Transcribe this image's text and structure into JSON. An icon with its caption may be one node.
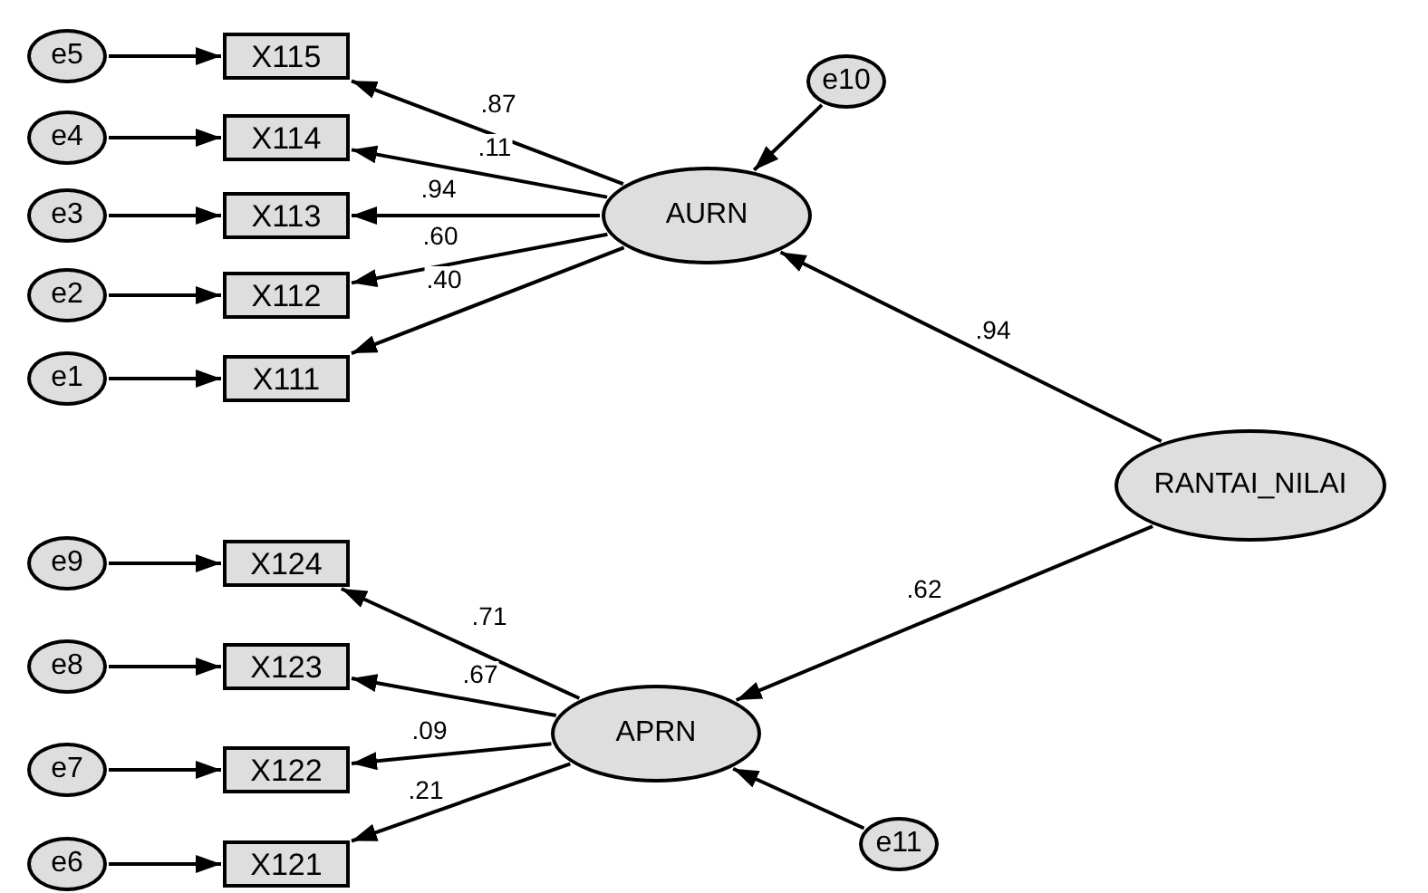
{
  "diagram": {
    "nodes": [
      {
        "text": [
          "e5"
        ]
      },
      {
        "text": [
          "X115"
        ]
      },
      {
        "text": [
          "e4"
        ]
      },
      {
        "text": [
          "X114"
        ]
      },
      {
        "text": [
          "e3"
        ]
      },
      {
        "text": [
          "X113"
        ]
      },
      {
        "text": [
          "e2"
        ]
      },
      {
        "text": [
          "X112"
        ]
      },
      {
        "text": [
          "e1"
        ]
      },
      {
        "text": [
          "X111"
        ]
      },
      {
        "text": [
          "AURN"
        ]
      },
      {
        "text": [
          "e10"
        ]
      },
      {
        "text": [
          "RANTAI_NILAI"
        ]
      },
      {
        "text": [
          "e9"
        ]
      },
      {
        "text": [
          "X124"
        ]
      },
      {
        "text": [
          "e8"
        ]
      },
      {
        "text": [
          "X123"
        ]
      },
      {
        "text": [
          "e7"
        ]
      },
      {
        "text": [
          "X122"
        ]
      },
      {
        "text": [
          "e6"
        ]
      },
      {
        "text": [
          "X121"
        ]
      },
      {
        "text": [
          "APRN"
        ]
      },
      {
        "text": [
          "e11"
        ]
      }
    ],
    "edges": [
      {
        "from": 0,
        "to": 1,
        "arrow": "to"
      },
      {
        "from": 2,
        "to": 3,
        "arrow": "to"
      },
      {
        "from": 4,
        "to": 5,
        "arrow": "to"
      },
      {
        "from": 6,
        "to": 7,
        "arrow": "to"
      },
      {
        "from": 8,
        "to": 9,
        "arrow": "to"
      },
      {
        "from": 10,
        "to": 1,
        "arrow": "to",
        "label": ".87"
      },
      {
        "from": 10,
        "to": 3,
        "arrow": "to",
        "label": ".11"
      },
      {
        "from": 10,
        "to": 5,
        "arrow": "to",
        "label": ".94"
      },
      {
        "from": 10,
        "to": 7,
        "arrow": "to",
        "label": ".60"
      },
      {
        "from": 10,
        "to": 9,
        "arrow": "to",
        "label": ".40"
      },
      {
        "from": 11,
        "to": 10,
        "arrow": "to"
      },
      {
        "from": 12,
        "to": 10,
        "arrow": "to",
        "label": ".94"
      },
      {
        "from": 12,
        "to": 21,
        "arrow": "to",
        "label": ".62"
      },
      {
        "from": 13,
        "to": 14,
        "arrow": "to"
      },
      {
        "from": 15,
        "to": 16,
        "arrow": "to"
      },
      {
        "from": 17,
        "to": 18,
        "arrow": "to"
      },
      {
        "from": 19,
        "to": 20,
        "arrow": "to"
      },
      {
        "from": 21,
        "to": 14,
        "arrow": "to",
        "label": ".71"
      },
      {
        "from": 21,
        "to": 16,
        "arrow": "to",
        "label": ".67"
      },
      {
        "from": 21,
        "to": 18,
        "arrow": "to",
        "label": ".09"
      },
      {
        "from": 21,
        "to": 20,
        "arrow": "to",
        "label": ".21"
      },
      {
        "from": 22,
        "to": 21,
        "arrow": "to"
      }
    ]
  }
}
